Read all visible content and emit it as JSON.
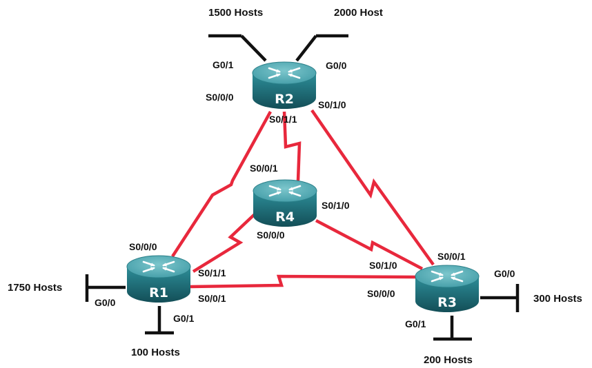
{
  "colors": {
    "serial_link": "#e8283c",
    "lan_segment": "#111111",
    "router_top": "#4ea9b4",
    "router_side_top": "#2d8e99",
    "router_side_bottom": "#134e57",
    "router_label": "#ffffff"
  },
  "routers": {
    "r1": {
      "name": "R1",
      "icon": "router-icon"
    },
    "r2": {
      "name": "R2",
      "icon": "router-icon"
    },
    "r3": {
      "name": "R3",
      "icon": "router-icon"
    },
    "r4": {
      "name": "R4",
      "icon": "router-icon"
    }
  },
  "lans": {
    "r1_g00": {
      "hosts": "1750 Hosts",
      "interface": "G0/0"
    },
    "r1_g01": {
      "hosts": "100 Hosts",
      "interface": "G0/1"
    },
    "r2_g01": {
      "hosts": "1500 Hosts",
      "interface": "G0/1"
    },
    "r2_g00": {
      "hosts": "2000 Host",
      "interface": "G0/0"
    },
    "r3_g00": {
      "hosts": "300 Hosts",
      "interface": "G0/0"
    },
    "r3_g01": {
      "hosts": "200 Hosts",
      "interface": "G0/1"
    }
  },
  "serial_interfaces": {
    "r1": {
      "s000": "S0/0/0",
      "s011": "S0/1/1",
      "s001": "S0/0/1"
    },
    "r2": {
      "s000": "S0/0/0",
      "s010": "S0/1/0",
      "s011": "S0/1/1"
    },
    "r3": {
      "s001": "S0/0/1",
      "s010": "S0/1/0",
      "s000": "S0/0/0"
    },
    "r4": {
      "s001": "S0/0/1",
      "s010": "S0/1/0",
      "s000": "S0/0/0"
    }
  }
}
